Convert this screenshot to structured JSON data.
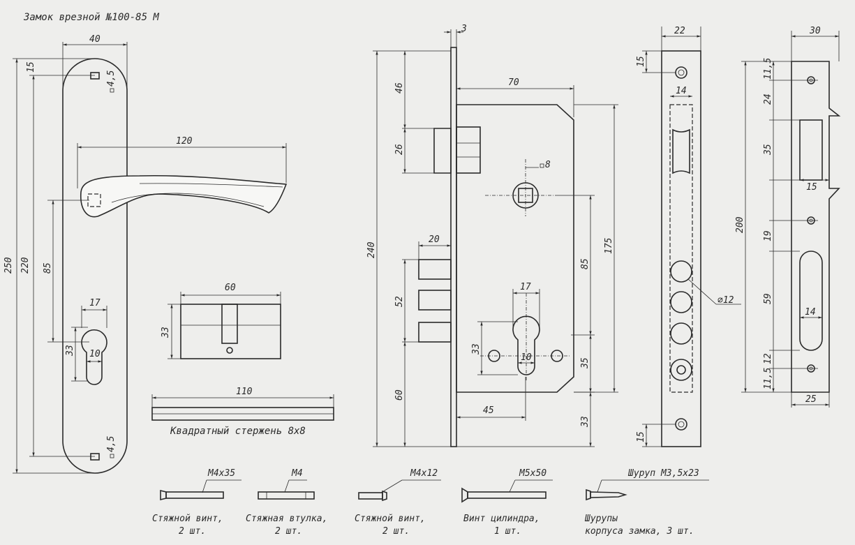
{
  "title": "Замок врезной №100-85 М",
  "handle": {
    "width": "40",
    "h_total": "250",
    "h_inner": "220",
    "top_offset": "15",
    "screw_square_top": "4,5",
    "screw_square_bottom": "4,5",
    "lever_length": "120",
    "lever_to_cyl": "85",
    "cyl_width": "17",
    "cyl_height": "33",
    "cyl_slot": "10"
  },
  "cylinder": {
    "length": "60",
    "height": "33"
  },
  "spindle": {
    "length": "110",
    "caption": "Квадратный стержень 8х8"
  },
  "lockbody": {
    "plate_thick": "3",
    "depth": "70",
    "square_size": "8",
    "latch_top": "46",
    "latch_h": "26",
    "total_h": "240",
    "bolt_w": "20",
    "bolt_h": "52",
    "bottom_part": "60",
    "cyl_w": "17",
    "backset": "45",
    "cyl_h": "33",
    "slot": "10",
    "spacing": "85",
    "body_h": "175",
    "cyl_bottom": "35",
    "lower": "33"
  },
  "faceplate": {
    "width": "22",
    "top": "15",
    "inner": "14",
    "hole": "⌀12",
    "bottom": "15"
  },
  "strike": {
    "width": "30",
    "d1": "11,5",
    "d2": "24",
    "d3": "35",
    "d4": "15",
    "total": "200",
    "d5": "19",
    "d6": "59",
    "d7": "14",
    "d8": "12",
    "d9": "11,5",
    "bottom_w": "25"
  },
  "parts": [
    {
      "spec": "M4x35",
      "label1": "Стяжной винт,",
      "label2": "2 шт."
    },
    {
      "spec": "M4",
      "label1": "Стяжная втулка,",
      "label2": "2 шт."
    },
    {
      "spec": "M4x12",
      "label1": "Стяжной винт,",
      "label2": "2 шт."
    },
    {
      "spec": "M5x50",
      "label1": "Винт цилиндра,",
      "label2": "1 шт."
    },
    {
      "spec": "Шуруп М3,5х23",
      "label1": "Шурупы",
      "label2": "корпуса замка, 3 шт."
    }
  ]
}
